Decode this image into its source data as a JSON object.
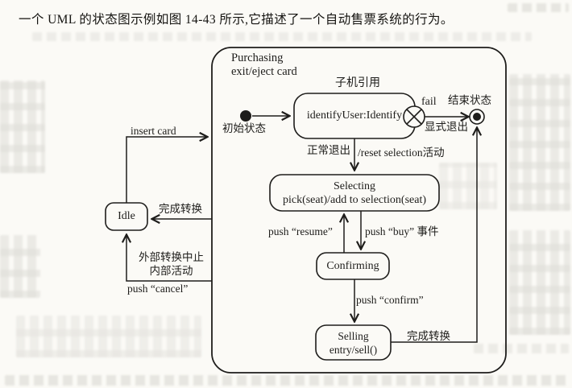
{
  "document": {
    "intro": "一个 UML 的状态图示例如图 14-43 所示,它描述了一个自动售票系统的行为。"
  },
  "diagram": {
    "type": "uml-state-diagram",
    "composite_state": {
      "name": "Purchasing",
      "exit_action": "exit/eject card",
      "submachine_note": "子机引用"
    },
    "pseudostates": {
      "initial_label": "初始状态",
      "final_label": "结束状态"
    },
    "states": [
      {
        "name": "identifyUser:Identify"
      },
      {
        "name": "Selecting",
        "action": "pick(seat)/add to selection(seat)"
      },
      {
        "name": "Confirming"
      },
      {
        "name": "Selling",
        "action": "entry/sell()"
      },
      {
        "name": "Idle"
      }
    ],
    "transitions": [
      {
        "from": "initial",
        "to": "identifyUser:Identify",
        "label": ""
      },
      {
        "from": "identifyUser:Identify (exit point)",
        "to": "final",
        "label": "fail",
        "sublabel": "显式退出"
      },
      {
        "from": "identifyUser:Identify",
        "to": "Selecting",
        "label": "正常退出",
        "sublabel": "/reset selection活动"
      },
      {
        "from": "Selecting",
        "to": "Confirming",
        "label": "push “buy” 事件"
      },
      {
        "from": "Confirming",
        "to": "Selecting",
        "label": "push “resume”"
      },
      {
        "from": "Confirming",
        "to": "Selling",
        "label": "push “confirm”"
      },
      {
        "from": "Selling",
        "to": "final",
        "label": "完成转换"
      },
      {
        "from": "Idle",
        "to": "Purchasing",
        "label": "insert card"
      },
      {
        "from": "Purchasing",
        "to": "Idle",
        "label": "完成转换"
      },
      {
        "from": "Purchasing",
        "to": "Idle",
        "label": "外部转换中止",
        "sublabel": "内部活动",
        "guard": "push “cancel”"
      }
    ],
    "colors": {
      "ink": "#1e1d1b",
      "paper": "#fbfaf6",
      "ghost_text": "#8c8a82"
    }
  }
}
